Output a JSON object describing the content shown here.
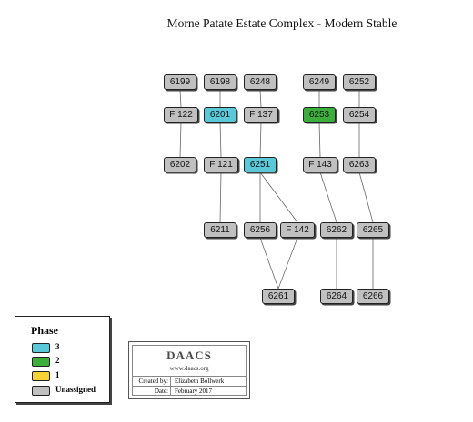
{
  "title": "Morne Patate Estate Complex - Modern Stable",
  "phase_colors": {
    "3": "#5bc8d8",
    "2": "#3cae3c",
    "1": "#f5d238",
    "unassigned": "#c0c0c0"
  },
  "nodes": [
    {
      "id": "6199",
      "label": "6199",
      "phase": "unassigned"
    },
    {
      "id": "6198",
      "label": "6198",
      "phase": "unassigned"
    },
    {
      "id": "6248",
      "label": "6248",
      "phase": "unassigned"
    },
    {
      "id": "6249",
      "label": "6249",
      "phase": "unassigned"
    },
    {
      "id": "6252",
      "label": "6252",
      "phase": "unassigned"
    },
    {
      "id": "F122",
      "label": "F 122",
      "phase": "unassigned"
    },
    {
      "id": "6201",
      "label": "6201",
      "phase": "3"
    },
    {
      "id": "F137",
      "label": "F 137",
      "phase": "unassigned"
    },
    {
      "id": "6253",
      "label": "6253",
      "phase": "2"
    },
    {
      "id": "6254",
      "label": "6254",
      "phase": "unassigned"
    },
    {
      "id": "6202",
      "label": "6202",
      "phase": "unassigned"
    },
    {
      "id": "F121",
      "label": "F 121",
      "phase": "unassigned"
    },
    {
      "id": "6251",
      "label": "6251",
      "phase": "3"
    },
    {
      "id": "F143",
      "label": "F 143",
      "phase": "unassigned"
    },
    {
      "id": "6263",
      "label": "6263",
      "phase": "unassigned"
    },
    {
      "id": "6211",
      "label": "6211",
      "phase": "unassigned"
    },
    {
      "id": "6256",
      "label": "6256",
      "phase": "unassigned"
    },
    {
      "id": "F142",
      "label": "F 142",
      "phase": "unassigned"
    },
    {
      "id": "6262",
      "label": "6262",
      "phase": "unassigned"
    },
    {
      "id": "6265",
      "label": "6265",
      "phase": "unassigned"
    },
    {
      "id": "6261",
      "label": "6261",
      "phase": "unassigned"
    },
    {
      "id": "6264",
      "label": "6264",
      "phase": "unassigned"
    },
    {
      "id": "6266",
      "label": "6266",
      "phase": "unassigned"
    }
  ],
  "edges": [
    [
      "6199",
      "F122"
    ],
    [
      "6198",
      "6201"
    ],
    [
      "6248",
      "F137"
    ],
    [
      "6249",
      "6253"
    ],
    [
      "6252",
      "6254"
    ],
    [
      "F122",
      "6202"
    ],
    [
      "6201",
      "F121"
    ],
    [
      "F137",
      "6251"
    ],
    [
      "6253",
      "F143"
    ],
    [
      "6254",
      "6263"
    ],
    [
      "F121",
      "6211"
    ],
    [
      "6251",
      "6256"
    ],
    [
      "6251",
      "F142"
    ],
    [
      "F143",
      "6262"
    ],
    [
      "6263",
      "6265"
    ],
    [
      "6256",
      "6261"
    ],
    [
      "F142",
      "6261"
    ],
    [
      "6262",
      "6264"
    ],
    [
      "6265",
      "6266"
    ]
  ],
  "legend": {
    "title": "Phase",
    "items": [
      {
        "label": "3",
        "phase": "3"
      },
      {
        "label": "2",
        "phase": "2"
      },
      {
        "label": "1",
        "phase": "1"
      },
      {
        "label": "Unassigned",
        "phase": "unassigned"
      }
    ]
  },
  "credit": {
    "logo": "DAACS",
    "url": "www.daacs.org",
    "created_by_label": "Created by:",
    "created_by": "Elizabeth Bollwerk",
    "date_label": "Date:",
    "date": "February 2017"
  }
}
